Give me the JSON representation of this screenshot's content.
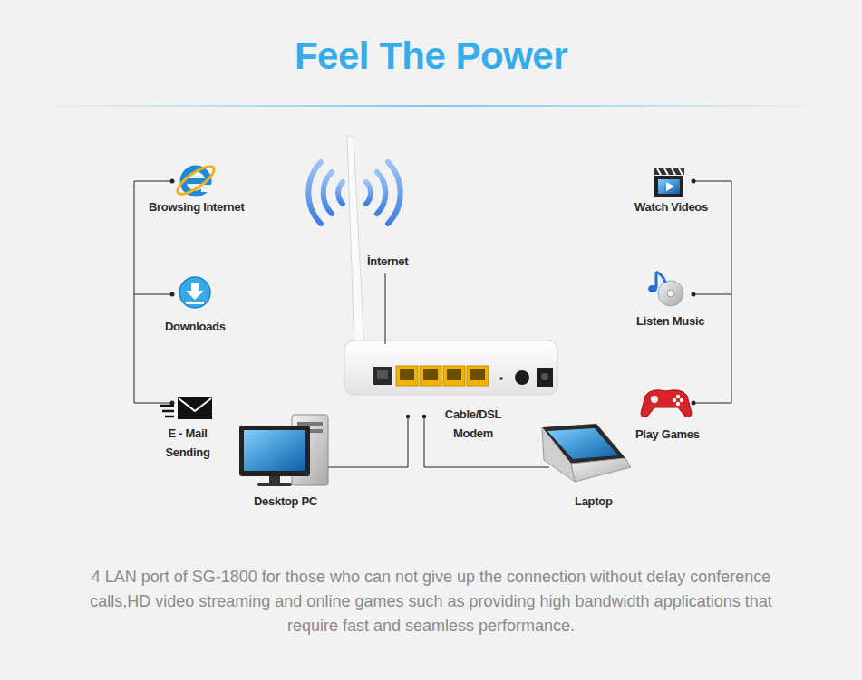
{
  "diagram": {
    "title": "Feel The Power",
    "caption": "4 LAN port of SG-1800 for those who can not give up the connection without delay conference calls,HD video streaming and online games such as providing high bandwidth applications that require fast and seamless performance.",
    "nodes": [
      {
        "text": [
          "Browsing Internet"
        ]
      },
      {
        "text": [
          "Watch Videos"
        ]
      },
      {
        "text": [
          "Downloads"
        ]
      },
      {
        "text": [
          "Listen Music"
        ]
      },
      {
        "text": [
          "E - Mail Sending"
        ]
      },
      {
        "text": [
          "Play Games"
        ]
      },
      {
        "text": [
          "Desktop PC"
        ]
      },
      {
        "text": [
          "Laptop"
        ]
      }
    ],
    "labels": [
      "İnternet",
      "Cable/DSL Modem"
    ]
  }
}
